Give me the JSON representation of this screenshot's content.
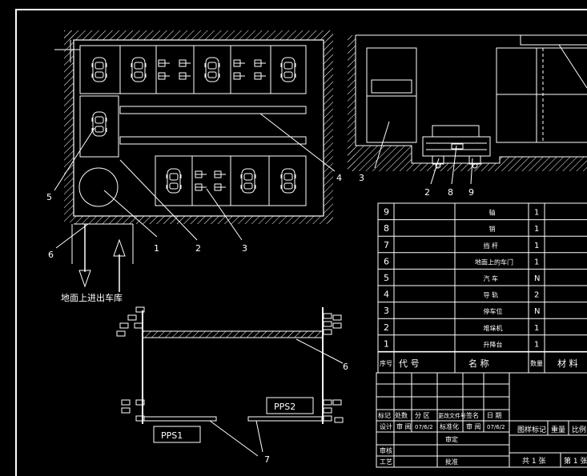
{
  "plan_view": {
    "callouts": [
      "5",
      "6",
      "1",
      "2",
      "3",
      "4"
    ],
    "entrance_label": "地面上进出车库"
  },
  "section_view": {
    "callouts": [
      "3",
      "2",
      "8",
      "9"
    ]
  },
  "lower_view": {
    "pps1": "PPS1",
    "pps2": "PPS2",
    "callouts": [
      "6",
      "7"
    ]
  },
  "parts_list": {
    "rows": [
      {
        "no": "9",
        "name": "轴",
        "qty": "1"
      },
      {
        "no": "8",
        "name": "销",
        "qty": "1"
      },
      {
        "no": "7",
        "name": "挡 杆",
        "qty": "1"
      },
      {
        "no": "6",
        "name": "地面上的车门",
        "qty": "1"
      },
      {
        "no": "5",
        "name": "汽 车",
        "qty": "N"
      },
      {
        "no": "4",
        "name": "导 轨",
        "qty": "2"
      },
      {
        "no": "3",
        "name": "停车位",
        "qty": "N"
      },
      {
        "no": "2",
        "name": "堆垛机",
        "qty": "1"
      },
      {
        "no": "1",
        "name": "升降台",
        "qty": "1"
      }
    ],
    "header": {
      "no": "序号",
      "code": "代 号",
      "name": "名 称",
      "qty": "数量",
      "material": "材 料"
    }
  },
  "title_block": {
    "row1": [
      "标记",
      "处数",
      "分 区",
      "更改文件号",
      "签名",
      "日 期"
    ],
    "row2": [
      "设计",
      "审 阅",
      "07/6/2",
      "标准化",
      "审 阅",
      "07/6/2"
    ],
    "row3": [
      "审定"
    ],
    "row4": [
      "审核"
    ],
    "row5": [
      "工艺",
      "批准"
    ],
    "right_header": [
      "图样标记",
      "重量",
      "比例"
    ],
    "sheets": [
      "共 1 张",
      "第 1 张"
    ]
  }
}
